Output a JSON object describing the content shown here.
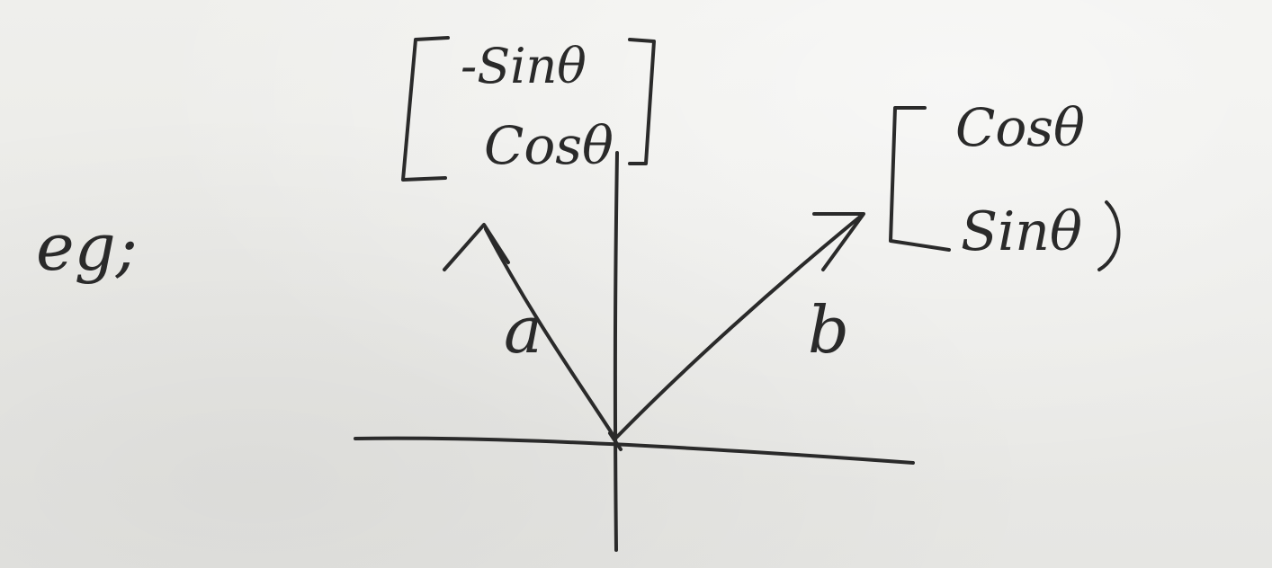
{
  "diagram": {
    "label_eg": "eg;",
    "vector_a": {
      "label": "a",
      "matrix": {
        "top": "-Sinθ",
        "bottom": "Cosθ"
      }
    },
    "vector_b": {
      "label": "b",
      "matrix": {
        "top": "Cosθ",
        "bottom": "Sinθ"
      }
    }
  },
  "colors": {
    "ink": "#2a2a2a",
    "paper": "#e9e9e6"
  }
}
